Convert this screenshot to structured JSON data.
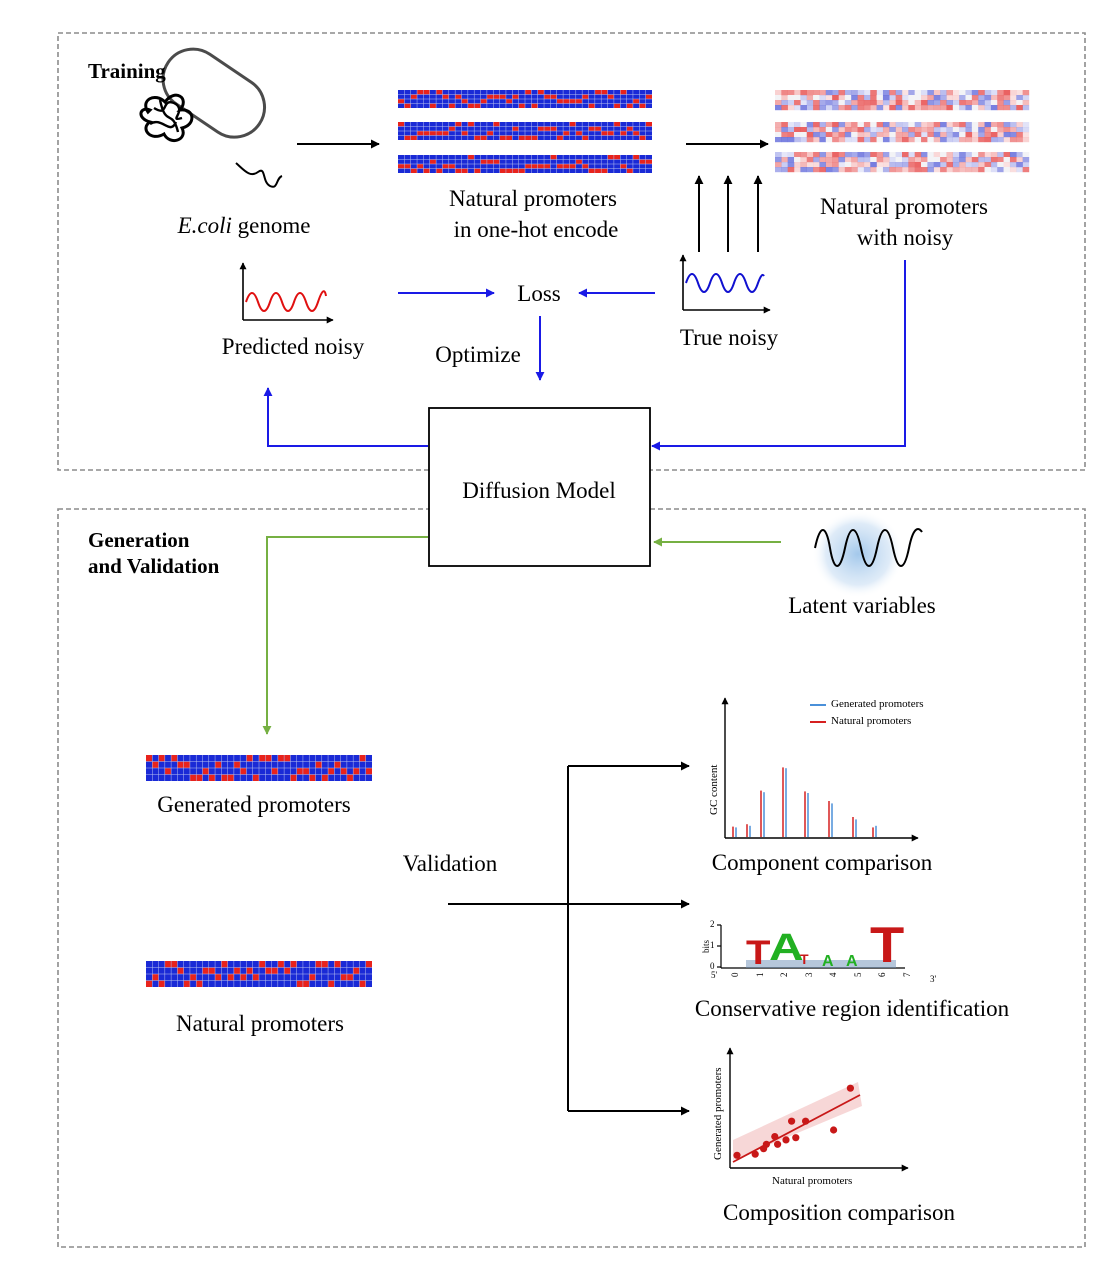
{
  "sections": {
    "training": "Training",
    "generation_line1": "Generation",
    "generation_line2": "and Validation"
  },
  "labels": {
    "ecoli_italic": "E.coli",
    "ecoli_rest": " genome",
    "natural_onehot_1": "Natural promoters",
    "natural_onehot_2": "in one-hot encode",
    "natural_noisy_1": "Natural promoters",
    "natural_noisy_2": "with noisy",
    "loss": "Loss",
    "predicted_noisy": "Predicted noisy",
    "true_noisy": "True noisy",
    "optimize": "Optimize",
    "diffusion_model": "Diffusion Model",
    "latent_variables": "Latent variables",
    "generated_promoters": "Generated promoters",
    "natural_promoters": "Natural promoters",
    "validation": "Validation",
    "component_comparison": "Component comparison",
    "conservative_region": "Conservative region identification",
    "composition_comparison": "Composition comparison"
  },
  "colors": {
    "blue_arrow": "#1a1ae6",
    "green_arrow": "#76b043",
    "red_wave": "#e01010",
    "blue_wave": "#1010d0",
    "grid_blue": "#1a2ad6",
    "grid_red": "#e8231c",
    "gen_line": "#4a90d9",
    "nat_line": "#d62020"
  },
  "chart_data": [
    {
      "type": "bar",
      "ylabel": "GC content",
      "series": [
        {
          "name": "Generated promoters",
          "values": [
            0.12,
            0.14,
            0.56,
            0.86,
            0.55,
            0.42,
            0.22,
            0.14
          ]
        },
        {
          "name": "Natural promoters",
          "values": [
            0.13,
            0.16,
            0.58,
            0.87,
            0.57,
            0.45,
            0.25,
            0.12
          ]
        }
      ]
    },
    {
      "type": "scatter",
      "xlabel": "Natural promoters",
      "ylabel": "Generated promoters",
      "x": [
        0.05,
        0.18,
        0.24,
        0.26,
        0.32,
        0.34,
        0.4,
        0.44,
        0.47,
        0.54,
        0.74,
        0.86
      ],
      "y": [
        0.07,
        0.08,
        0.13,
        0.17,
        0.24,
        0.17,
        0.21,
        0.38,
        0.23,
        0.38,
        0.3,
        0.68
      ]
    }
  ],
  "logo": {
    "ylabel": "bits",
    "yticks": [
      "0",
      "1",
      "2"
    ],
    "xticks": [
      "0",
      "1",
      "2",
      "3",
      "4",
      "5",
      "6",
      "7"
    ],
    "end5": "5'",
    "end3": "3'",
    "letters": [
      "T",
      "A",
      "T",
      "A",
      "A",
      "T"
    ]
  }
}
